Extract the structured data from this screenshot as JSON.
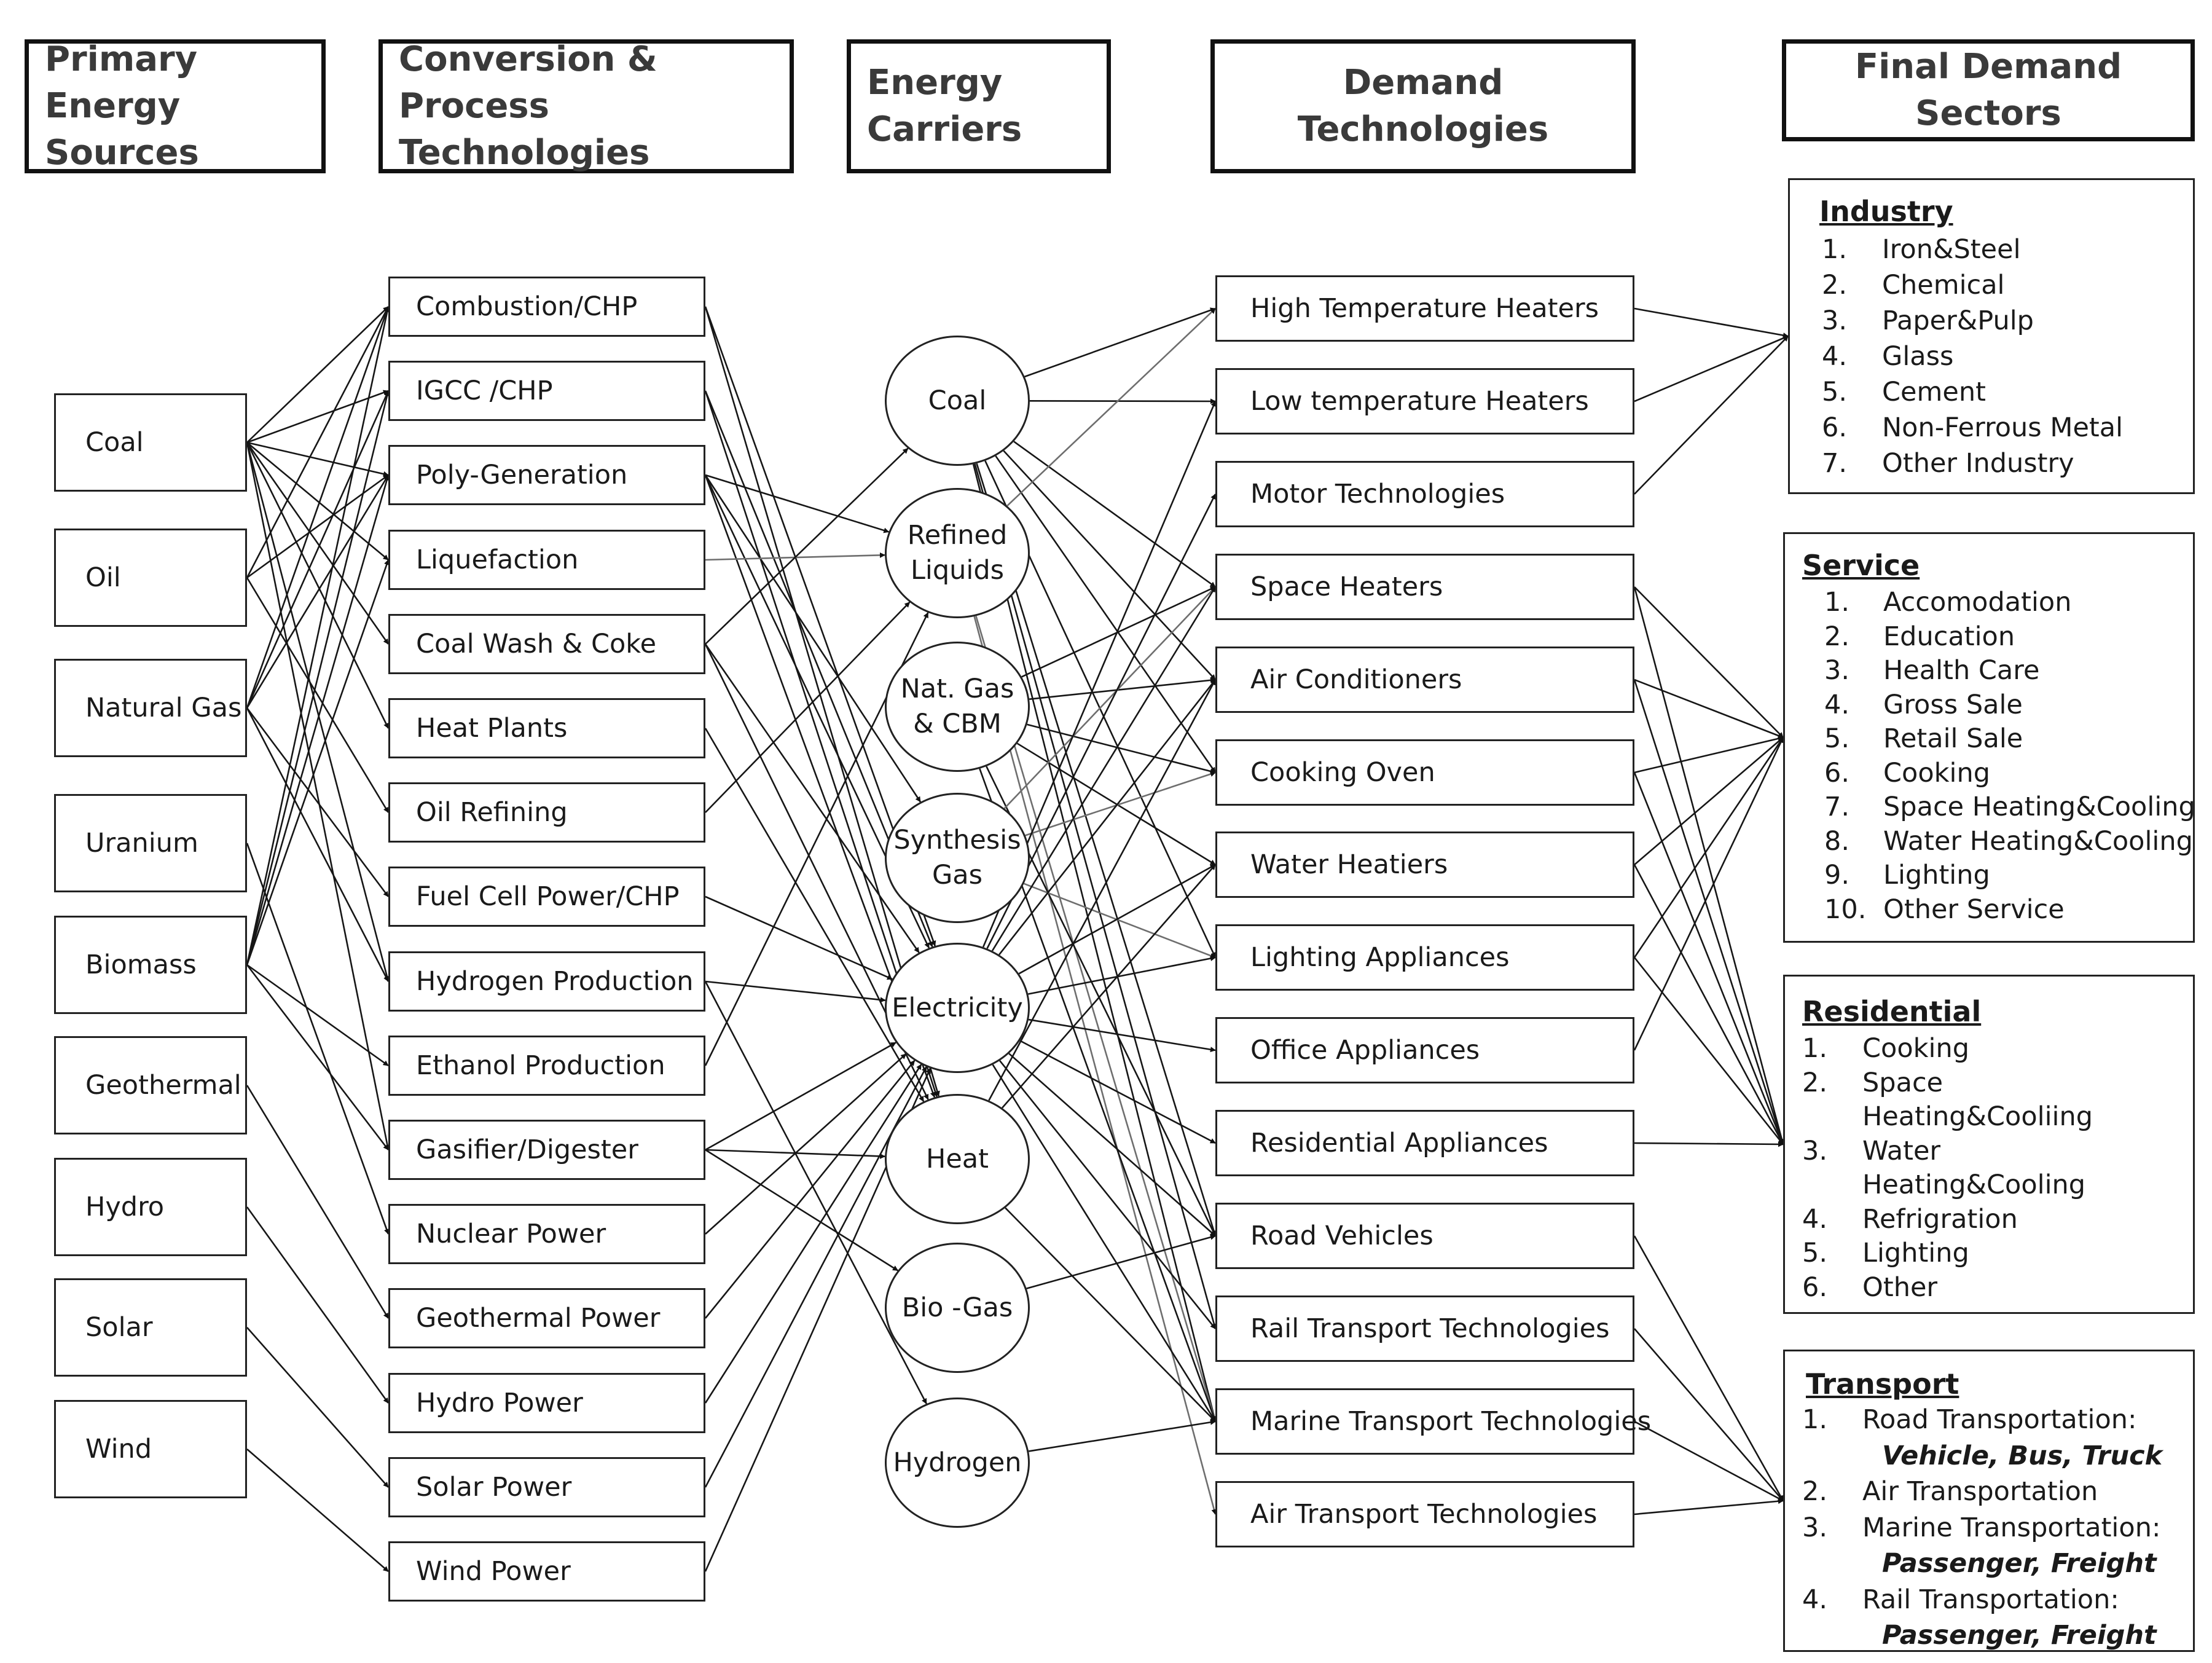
{
  "headers": {
    "primary": [
      "Primary Energy",
      "Sources"
    ],
    "conversion": [
      "Conversion  & Process",
      "Technologies"
    ],
    "carriers": [
      "Energy",
      "Carriers"
    ],
    "demand": [
      "Demand",
      "Technologies"
    ],
    "sectors": [
      "Final Demand Sectors"
    ]
  },
  "primary_sources": [
    "Coal",
    "Oil",
    "Natural Gas",
    "Uranium",
    "Biomass",
    "Geothermal",
    "Hydro",
    "Solar",
    "Wind"
  ],
  "conversion_technologies": [
    "Combustion/CHP",
    "IGCC /CHP",
    "Poly-Generation",
    "Liquefaction",
    "Coal Wash  & Coke",
    "Heat Plants",
    "Oil Refining",
    "Fuel Cell Power/CHP",
    "Hydrogen Production",
    "Ethanol Production",
    "Gasifier/Digester",
    "Nuclear Power",
    "Geothermal Power",
    "Hydro Power",
    "Solar Power",
    "Wind Power"
  ],
  "energy_carriers": [
    [
      "Coal"
    ],
    [
      "Refined",
      "Liquids"
    ],
    [
      "Nat.  Gas",
      "& CBM"
    ],
    [
      "Synthesis",
      "Gas"
    ],
    [
      "Electricity"
    ],
    [
      "Heat"
    ],
    [
      "Bio -Gas"
    ],
    [
      "Hydrogen"
    ]
  ],
  "demand_technologies": [
    "High Temperature Heaters",
    "Low temperature Heaters",
    "Motor Technologies",
    "Space Heaters",
    "Air Conditioners",
    "Cooking Oven",
    "Water Heatiers",
    "Lighting Appliances",
    "Office Appliances",
    "Residential Appliances",
    "Road Vehicles",
    "Rail Transport Technologies",
    "Marine Transport Technologies",
    "Air Transport Technologies"
  ],
  "sectors": [
    {
      "title": "Industry",
      "items": [
        {
          "n": "1.",
          "t": "Iron&Steel"
        },
        {
          "n": "2.",
          "t": "Chemical"
        },
        {
          "n": "3.",
          "t": "Paper&Pulp"
        },
        {
          "n": "4.",
          "t": "Glass"
        },
        {
          "n": "5.",
          "t": "Cement"
        },
        {
          "n": "6.",
          "t": "Non-Ferrous Metal"
        },
        {
          "n": "7.",
          "t": "Other Industry"
        }
      ]
    },
    {
      "title": "Service",
      "items": [
        {
          "n": "1.",
          "t": "Accomodation"
        },
        {
          "n": "2.",
          "t": "Education"
        },
        {
          "n": "3.",
          "t": "Health Care"
        },
        {
          "n": "4.",
          "t": "Gross Sale"
        },
        {
          "n": "5.",
          "t": "Retail Sale"
        },
        {
          "n": "6.",
          "t": "Cooking"
        },
        {
          "n": "7.",
          "t": "Space Heating&Cooling"
        },
        {
          "n": "8.",
          "t": "Water Heating&Cooling"
        },
        {
          "n": "9.",
          "t": "Lighting"
        },
        {
          "n": "10.",
          "t": "Other Service"
        }
      ]
    },
    {
      "title": "Residential",
      "items": [
        {
          "n": "1.",
          "t": "Cooking"
        },
        {
          "n": "2.",
          "t": "Space"
        },
        {
          "n": "",
          "t": "Heating&Cooliing"
        },
        {
          "n": "3.",
          "t": "Water"
        },
        {
          "n": "",
          "t": "Heating&Cooling"
        },
        {
          "n": "4.",
          "t": "Refrigration"
        },
        {
          "n": "5.",
          "t": "Lighting"
        },
        {
          "n": "6.",
          "t": "Other"
        }
      ]
    },
    {
      "title": "Transport",
      "items": [
        {
          "n": "1.",
          "t": "Road Transportation:"
        },
        {
          "n": "",
          "t": "Vehicle, Bus, Truck",
          "bi": true
        },
        {
          "n": "2.",
          "t": "Air Transportation"
        },
        {
          "n": "3.",
          "t": "Marine Transportation:"
        },
        {
          "n": "",
          "t": "Passenger, Freight",
          "bi": true
        },
        {
          "n": "4.",
          "t": "Rail Transportation:"
        },
        {
          "n": "",
          "t": "Passenger, Freight",
          "bi": true
        }
      ]
    }
  ],
  "edges": {
    "primary_to_conversion": [
      [
        0,
        0
      ],
      [
        0,
        1
      ],
      [
        0,
        2
      ],
      [
        0,
        3
      ],
      [
        0,
        4
      ],
      [
        0,
        5
      ],
      [
        0,
        8
      ],
      [
        0,
        10
      ],
      [
        1,
        0
      ],
      [
        1,
        2
      ],
      [
        1,
        6
      ],
      [
        2,
        0
      ],
      [
        2,
        1
      ],
      [
        2,
        2
      ],
      [
        2,
        7
      ],
      [
        2,
        8
      ],
      [
        3,
        11
      ],
      [
        4,
        0
      ],
      [
        4,
        1
      ],
      [
        4,
        2
      ],
      [
        4,
        3
      ],
      [
        4,
        9
      ],
      [
        4,
        10
      ],
      [
        5,
        12
      ],
      [
        6,
        13
      ],
      [
        7,
        14
      ],
      [
        8,
        15
      ]
    ],
    "conversion_to_carriers": [
      [
        0,
        4
      ],
      [
        0,
        5
      ],
      [
        1,
        4
      ],
      [
        1,
        5
      ],
      [
        2,
        1
      ],
      [
        2,
        3
      ],
      [
        2,
        4
      ],
      [
        2,
        5
      ],
      [
        3,
        1
      ],
      [
        4,
        0
      ],
      [
        4,
        4
      ],
      [
        4,
        5
      ],
      [
        5,
        5
      ],
      [
        6,
        1
      ],
      [
        7,
        4
      ],
      [
        8,
        4
      ],
      [
        8,
        7
      ],
      [
        9,
        1
      ],
      [
        10,
        4
      ],
      [
        10,
        5
      ],
      [
        10,
        6
      ],
      [
        11,
        4
      ],
      [
        12,
        4
      ],
      [
        13,
        4
      ],
      [
        14,
        4
      ],
      [
        15,
        4
      ]
    ],
    "carriers_to_demand": [
      [
        0,
        0
      ],
      [
        0,
        1
      ],
      [
        0,
        3
      ],
      [
        0,
        4
      ],
      [
        0,
        5
      ],
      [
        0,
        7
      ],
      [
        0,
        10
      ],
      [
        0,
        11
      ],
      [
        0,
        12
      ],
      [
        1,
        0
      ],
      [
        1,
        12
      ],
      [
        1,
        13
      ],
      [
        2,
        3
      ],
      [
        2,
        4
      ],
      [
        2,
        5
      ],
      [
        2,
        6
      ],
      [
        2,
        10
      ],
      [
        2,
        12
      ],
      [
        3,
        3
      ],
      [
        3,
        5
      ],
      [
        3,
        7
      ],
      [
        4,
        1
      ],
      [
        4,
        2
      ],
      [
        4,
        3
      ],
      [
        4,
        4
      ],
      [
        4,
        6
      ],
      [
        4,
        7
      ],
      [
        4,
        8
      ],
      [
        4,
        9
      ],
      [
        4,
        10
      ],
      [
        4,
        11
      ],
      [
        4,
        12
      ],
      [
        5,
        4
      ],
      [
        5,
        6
      ],
      [
        5,
        12
      ],
      [
        6,
        10
      ],
      [
        7,
        12
      ]
    ],
    "demand_to_sectors": [
      [
        0,
        0
      ],
      [
        1,
        0
      ],
      [
        2,
        0
      ],
      [
        3,
        1
      ],
      [
        4,
        1
      ],
      [
        5,
        1
      ],
      [
        6,
        1
      ],
      [
        7,
        1
      ],
      [
        8,
        1
      ],
      [
        3,
        2
      ],
      [
        4,
        2
      ],
      [
        5,
        2
      ],
      [
        6,
        2
      ],
      [
        7,
        2
      ],
      [
        9,
        2
      ],
      [
        10,
        3
      ],
      [
        11,
        3
      ],
      [
        12,
        3
      ],
      [
        13,
        3
      ]
    ]
  }
}
